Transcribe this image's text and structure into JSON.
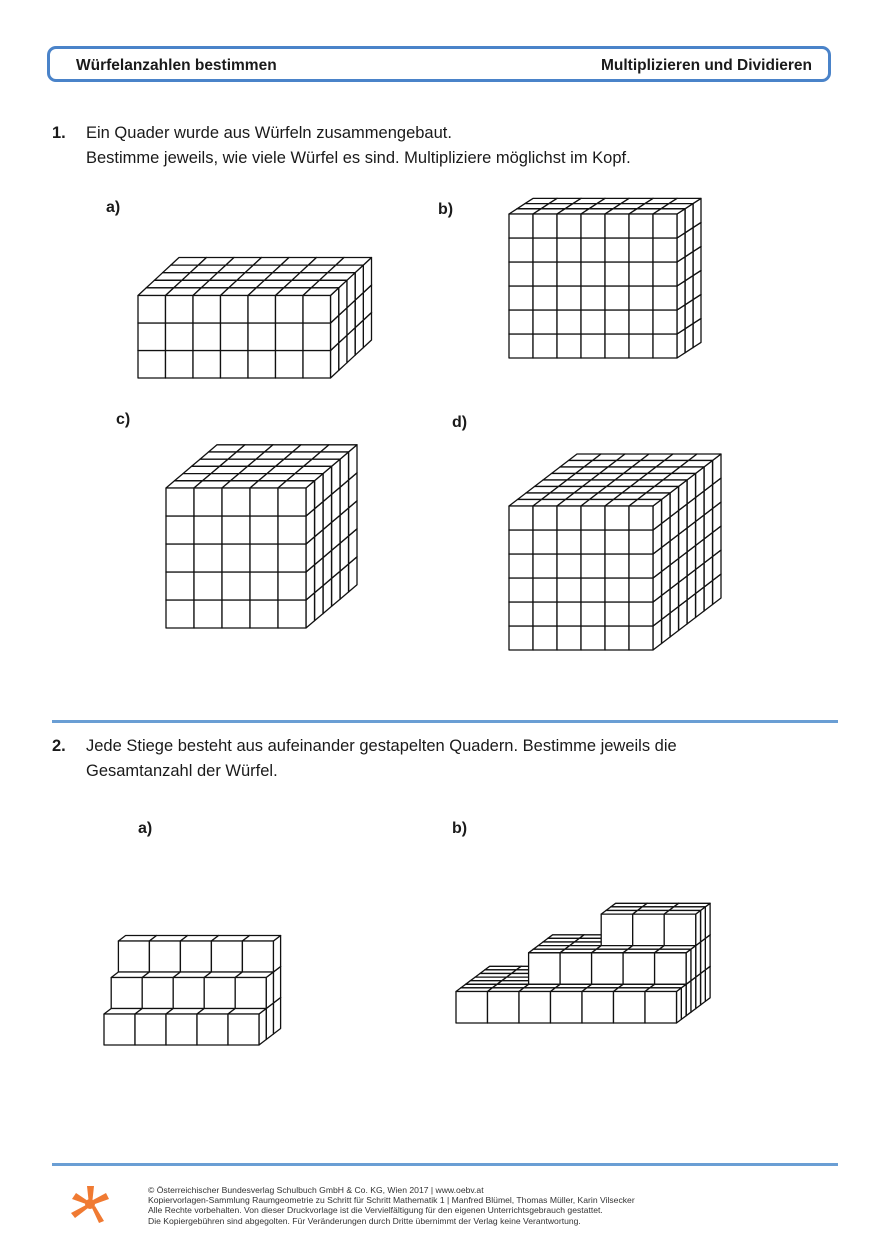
{
  "header": {
    "title_left": "Würfelanzahlen bestimmen",
    "title_right": "Multiplizieren und Dividieren"
  },
  "task1": {
    "number": "1.",
    "line1": "Ein Quader wurde aus Würfeln zusammengebaut.",
    "line2": "Bestimme jeweils, wie viele Würfel es sind. Multipliziere möglichst im Kopf.",
    "labels": {
      "a": "a)",
      "b": "b)",
      "c": "c)",
      "d": "d)"
    }
  },
  "task2": {
    "number": "2.",
    "line1": "Jede Stiege besteht aus aufeinander gestapelten Quadern. Bestimme jeweils die",
    "line2": "Gesamtanzahl der Würfel.",
    "labels": {
      "a": "a)",
      "b": "b)"
    }
  },
  "footer": {
    "line1": "© Österreichischer Bundesverlag Schulbuch GmbH & Co. KG, Wien 2017 | www.oebv.at",
    "line2": "Kopiervorlagen-Sammlung Raumgeometrie zu Schritt für Schritt Mathematik 1 | Manfred Blümel, Thomas Müller, Karin Vilsecker",
    "line3": "Alle Rechte vorbehalten. Von dieser Druckvorlage ist die Vervielfältigung für den eigenen Unterrichtsgebrauch gestattet.",
    "line4": "Die Kopiergebühren sind abgegolten. Für Veränderungen durch Dritte übernimmt der Verlag keine Verantwortung."
  },
  "colors": {
    "accent": "#4a83c9",
    "logo": "#f07a32"
  },
  "icons": {
    "logo": "publisher-logo-icon"
  }
}
